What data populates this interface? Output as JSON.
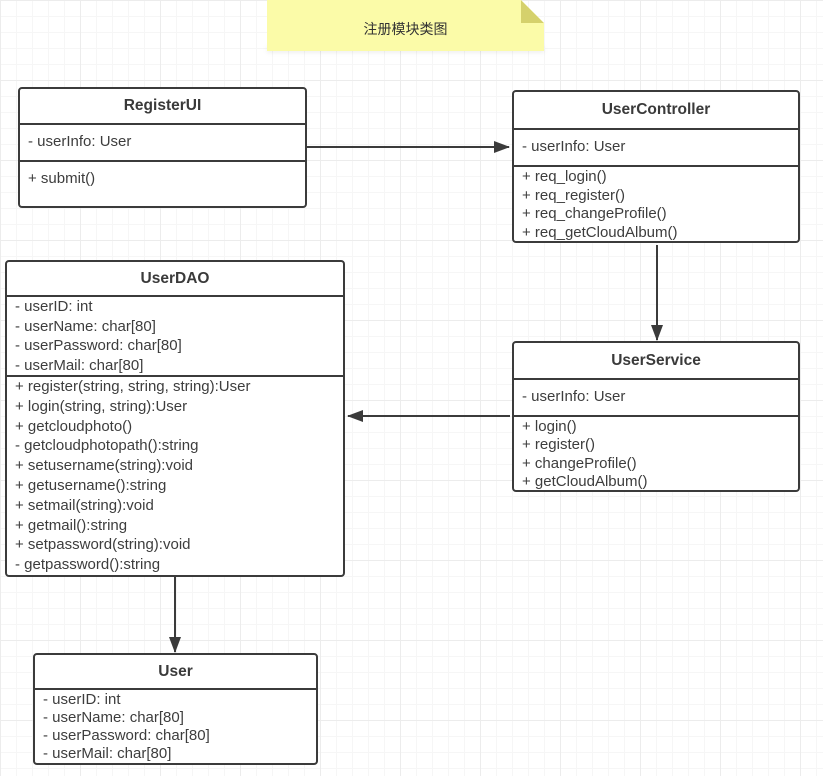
{
  "note": {
    "text": "注册模块类图"
  },
  "colors": {
    "note_bg": "#fbfba8",
    "note_fold": "#d5d16c",
    "stroke": "#3b3b3b",
    "box_bg": "#ffffff",
    "grid_minor": "#f6f6f6",
    "grid_major": "#ececec"
  },
  "classes": [
    {
      "name": "RegisterUI",
      "attributes": [
        "- userInfo: User"
      ],
      "methods": [
        "+ submit()"
      ]
    },
    {
      "name": "UserController",
      "attributes": [
        "- userInfo: User"
      ],
      "methods": [
        "+ req_login()",
        "+ req_register()",
        "+ req_changeProfile()",
        "+ req_getCloudAlbum()"
      ]
    },
    {
      "name": "UserDAO",
      "attributes": [
        "- userID: int",
        "- userName: char[80]",
        "- userPassword: char[80]",
        "- userMail: char[80]"
      ],
      "methods": [
        "+ register(string, string, string):User",
        "+ login(string, string):User",
        "+ getcloudphoto()",
        "- getcloudphotopath():string",
        "+ setusername(string):void",
        "+ getusername():string",
        "+ setmail(string):void",
        "+ getmail():string",
        "+ setpassword(string):void",
        "- getpassword():string"
      ]
    },
    {
      "name": "UserService",
      "attributes": [
        "- userInfo: User"
      ],
      "methods": [
        "+ login()",
        "+ register()",
        "+ changeProfile()",
        "+ getCloudAlbum()"
      ]
    },
    {
      "name": "User",
      "attributes": [
        "- userID: int",
        "- userName: char[80]",
        "- userPassword: char[80]",
        "- userMail: char[80]"
      ],
      "methods": []
    }
  ],
  "relations": [
    {
      "from": "RegisterUI",
      "to": "UserController",
      "type": "directed-association"
    },
    {
      "from": "UserController",
      "to": "UserService",
      "type": "directed-association"
    },
    {
      "from": "UserService",
      "to": "UserDAO",
      "type": "directed-association"
    },
    {
      "from": "UserDAO",
      "to": "User",
      "type": "directed-association"
    }
  ]
}
